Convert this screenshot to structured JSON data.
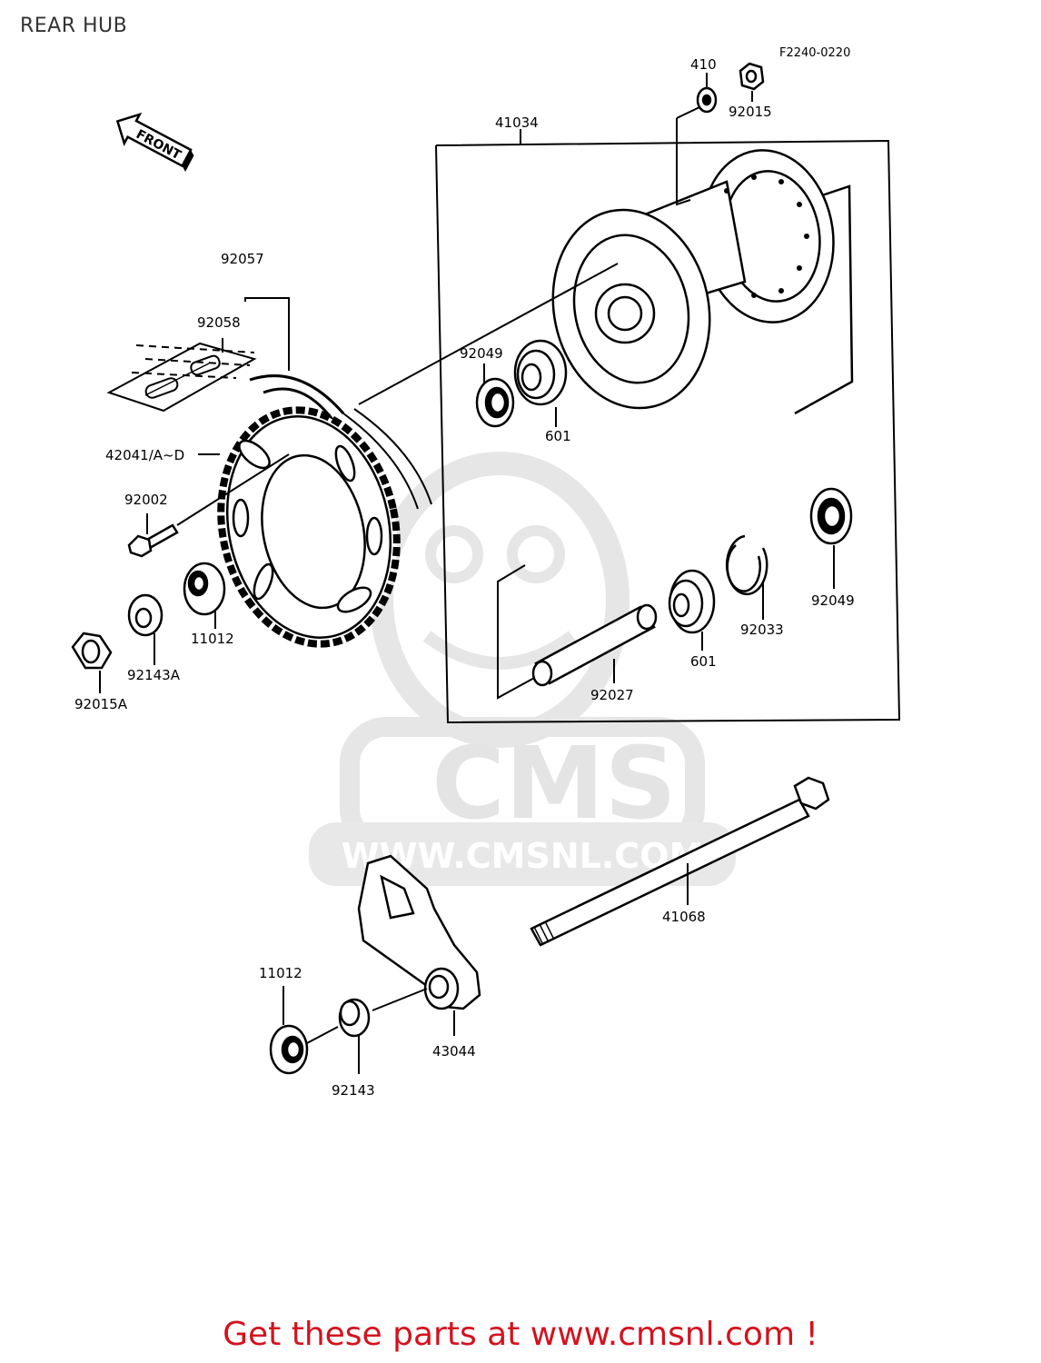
{
  "title": "REAR HUB",
  "figure_code": "F2240-0220",
  "front_label": "FRONT",
  "watermark": {
    "brand": "CMS",
    "url": "WWW.CMSNL.COM"
  },
  "parts": {
    "p410": "410",
    "p92015": "92015",
    "p41034": "41034",
    "p92057": "92057",
    "p92058": "92058",
    "p92049_top": "92049",
    "p601_top": "601",
    "p42041": "42041/A~D",
    "p92002": "92002",
    "p11012_top": "11012",
    "p92143A": "92143A",
    "p92015A": "92015A",
    "p92049_right": "92049",
    "p92033": "92033",
    "p601_bottom": "601",
    "p92027": "92027",
    "p41068": "41068",
    "p11012_bottom": "11012",
    "p43044": "43044",
    "p92143": "92143"
  },
  "footer": "Get these parts at www.cmsnl.com !",
  "colors": {
    "footer_text": "#d4121e",
    "watermark": "#e4e4e4",
    "line": "#000000"
  }
}
